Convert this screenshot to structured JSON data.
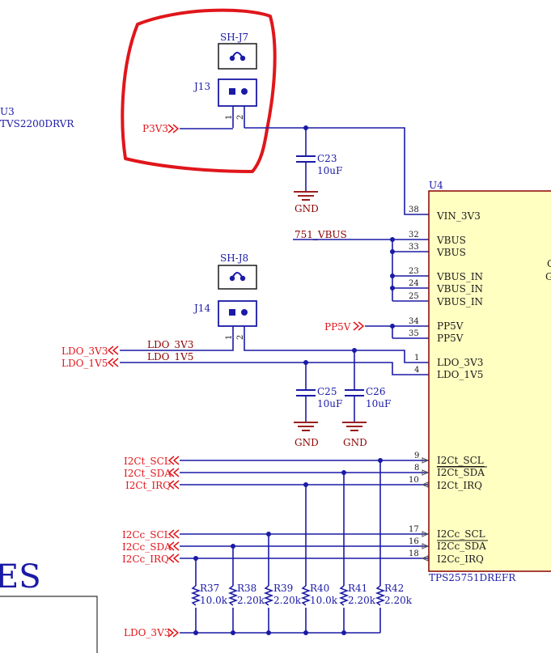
{
  "u3": {
    "ref": "U3",
    "part": "TVS2200DRVR"
  },
  "jumpers": {
    "j7": {
      "shunt": "SH-J7",
      "ref": "J13",
      "pin1": "1",
      "pin2": "2"
    },
    "j8": {
      "shunt": "SH-J8",
      "ref": "J14",
      "pin1": "1",
      "pin2": "2"
    }
  },
  "ports": {
    "p3v3": "P3V3",
    "pp5v": "PP5V",
    "ldo3v3": "LDO_3V3",
    "ldo1v5": "LDO_1V5",
    "i2ct_scl": "I2Ct_SCL",
    "i2ct_sda": "I2Ct_SDA",
    "i2ct_irq": "I2Ct_IRQ",
    "i2cc_scl": "I2Cc_SCL",
    "i2cc_sda": "I2Cc_SDA",
    "i2cc_irq": "I2Cc_IRQ",
    "ldo3v3_bottom": "LDO_3V3"
  },
  "nets": {
    "vbus": "751_VBUS",
    "ldo3v3": "LDO_3V3",
    "ldo1v5": "LDO_1V5"
  },
  "capacitors": [
    {
      "ref": "C23",
      "value": "10uF",
      "gnd": "GND"
    },
    {
      "ref": "C25",
      "value": "10uF",
      "gnd": "GND"
    },
    {
      "ref": "C26",
      "value": "10uF",
      "gnd": "GND"
    }
  ],
  "resistors": [
    {
      "ref": "R37",
      "value": "10.0k"
    },
    {
      "ref": "R38",
      "value": "2.20k"
    },
    {
      "ref": "R39",
      "value": "2.20k"
    },
    {
      "ref": "R40",
      "value": "10.0k"
    },
    {
      "ref": "R41",
      "value": "2.20k"
    },
    {
      "ref": "R42",
      "value": "2.20k"
    }
  ],
  "u4": {
    "ref": "U4",
    "part": "TPS25751DREFR",
    "side_chars": [
      "C",
      "G"
    ],
    "pins": [
      {
        "num": "38",
        "name": "VIN_3V3"
      },
      {
        "num": "32",
        "name": "VBUS"
      },
      {
        "num": "33",
        "name": "VBUS"
      },
      {
        "num": "23",
        "name": "VBUS_IN"
      },
      {
        "num": "24",
        "name": "VBUS_IN"
      },
      {
        "num": "25",
        "name": "VBUS_IN"
      },
      {
        "num": "34",
        "name": "PP5V"
      },
      {
        "num": "35",
        "name": "PP5V"
      },
      {
        "num": "1",
        "name": "LDO_3V3"
      },
      {
        "num": "4",
        "name": "LDO_1V5"
      },
      {
        "num": "9",
        "name": "I2Ct_SCL"
      },
      {
        "num": "8",
        "name": "I2Ct_SDA"
      },
      {
        "num": "10",
        "name": "I2Ct_IRQ"
      },
      {
        "num": "17",
        "name": "I2Cc_SCL"
      },
      {
        "num": "16",
        "name": "I2Cc_SDA"
      },
      {
        "num": "18",
        "name": "I2Cc_IRQ"
      }
    ]
  },
  "title_fragment": "ES"
}
